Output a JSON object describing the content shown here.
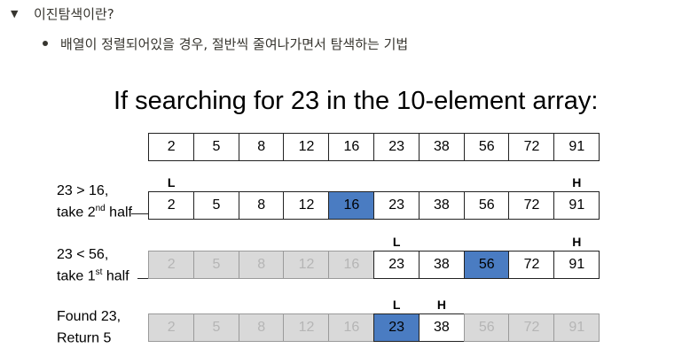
{
  "toggle": {
    "icon": "triangle-down-icon",
    "title": "이진탐색이란?"
  },
  "bullet": {
    "text": "배열이 정렬되어있을 경우, 절반씩 줄여나가면서 탐색하는 기법"
  },
  "figure": {
    "title": "If searching for 23 in the 10-element array:",
    "array": [
      "2",
      "5",
      "8",
      "12",
      "16",
      "23",
      "38",
      "56",
      "72",
      "91"
    ],
    "steps": [
      {
        "label_line1": "23 > 16,",
        "label_pre": "take 2",
        "label_sup": "nd",
        "label_post": " half",
        "low": "L",
        "high": "H",
        "low_index": 0,
        "high_index": 9,
        "highlight": [
          4
        ],
        "dimmed": []
      },
      {
        "label_line1": "23 < 56,",
        "label_pre": "take 1",
        "label_sup": "st",
        "label_post": " half",
        "low": "L",
        "high": "H",
        "low_index": 5,
        "high_index": 9,
        "highlight": [
          7
        ],
        "dimmed": [
          0,
          1,
          2,
          3,
          4
        ]
      },
      {
        "label_line1": "Found 23,",
        "label_pre": "Return 5",
        "label_sup": "",
        "label_post": "",
        "low": "L",
        "high": "H",
        "low_index": 5,
        "high_index": 6,
        "highlight": [
          5
        ],
        "dimmed": [
          0,
          1,
          2,
          3,
          4,
          7,
          8,
          9
        ]
      }
    ],
    "colors": {
      "highlight": "#4a7cc2",
      "dimmed_fill": "#d9d9d9",
      "dimmed_text": "#b5b5b5"
    }
  }
}
